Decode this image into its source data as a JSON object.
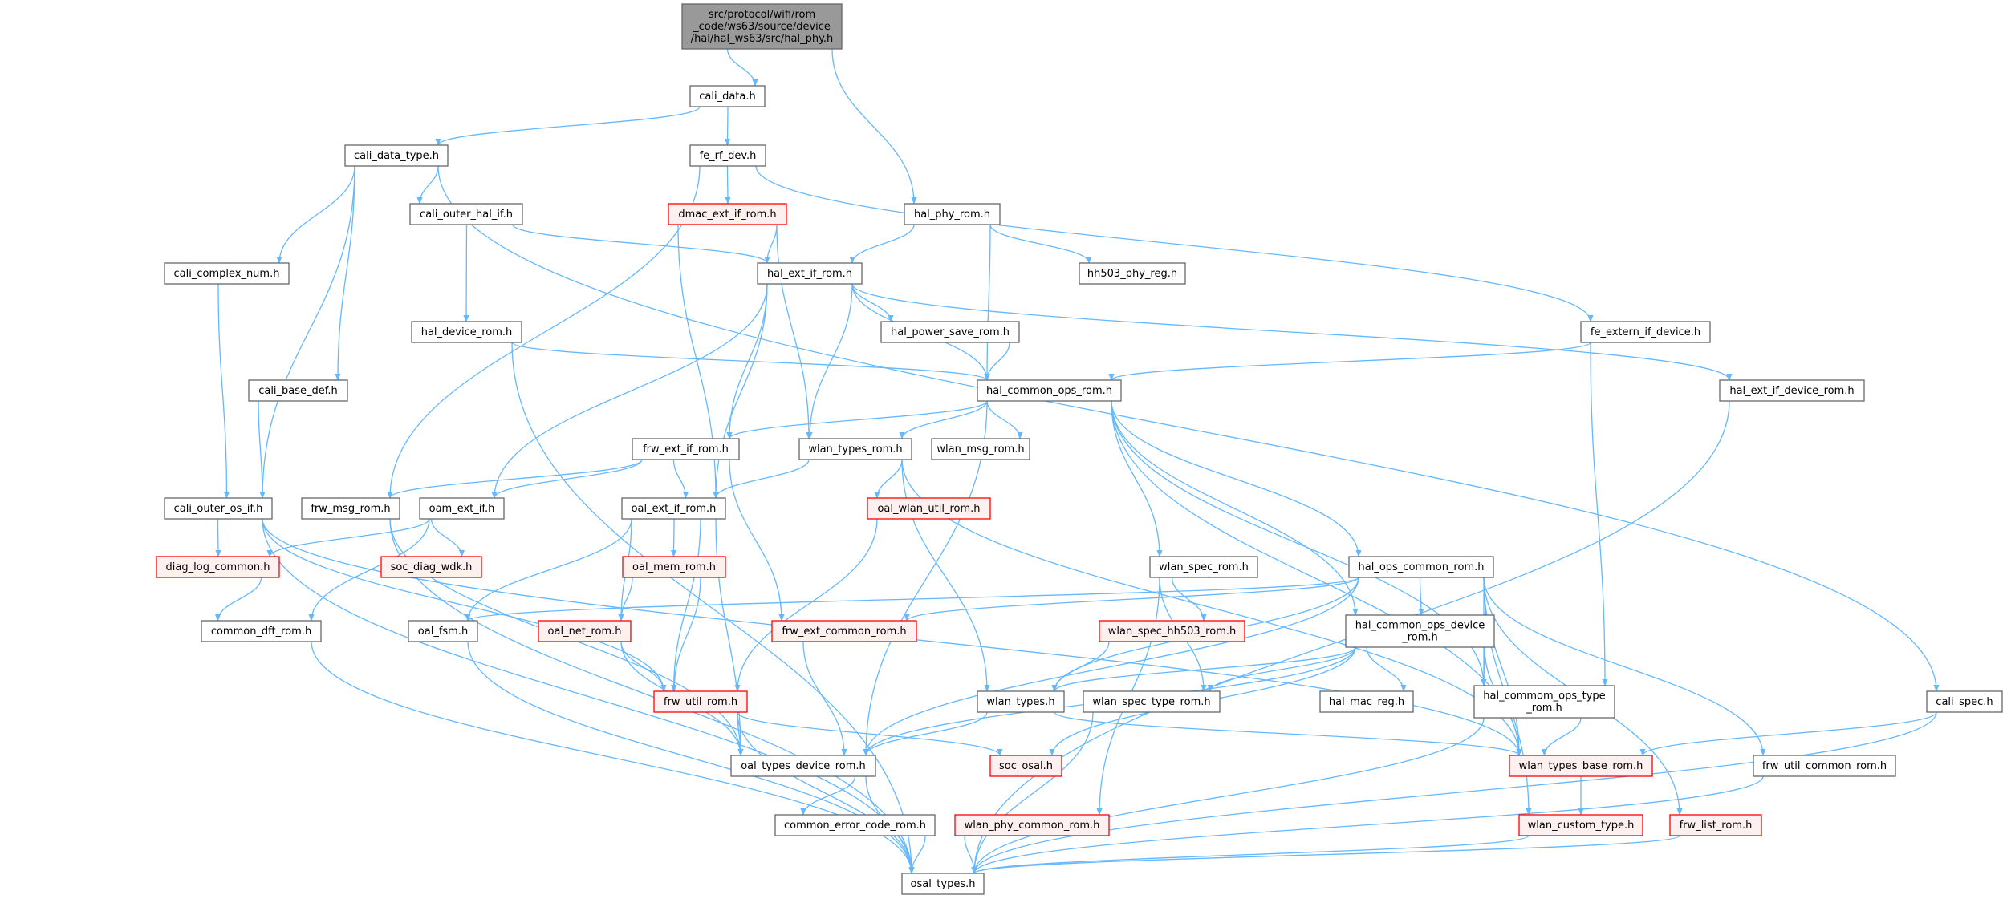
{
  "colors": {
    "edge": "#63b8ff",
    "root_fill": "#999999",
    "red_border": "#ff0000",
    "red_fill": "#fff0f0",
    "normal_border": "#666666"
  },
  "nodes": [
    {
      "id": "root",
      "kind": "root",
      "lines": [
        "src/protocol/wifi/rom",
        "_code/ws63/source/device",
        "/hal/hal_ws63/src/hal_phy.h"
      ]
    },
    {
      "id": "cali_data",
      "kind": "normal",
      "lines": [
        "cali_data.h"
      ]
    },
    {
      "id": "cali_data_type",
      "kind": "normal",
      "lines": [
        "cali_data_type.h"
      ]
    },
    {
      "id": "fe_rf_dev",
      "kind": "normal",
      "lines": [
        "fe_rf_dev.h"
      ]
    },
    {
      "id": "cali_outer_hal_if",
      "kind": "normal",
      "lines": [
        "cali_outer_hal_if.h"
      ]
    },
    {
      "id": "dmac_ext_if_rom",
      "kind": "red",
      "lines": [
        "dmac_ext_if_rom.h"
      ]
    },
    {
      "id": "hal_phy_rom",
      "kind": "normal",
      "lines": [
        "hal_phy_rom.h"
      ]
    },
    {
      "id": "cali_complex_num",
      "kind": "normal",
      "lines": [
        "cali_complex_num.h"
      ]
    },
    {
      "id": "hal_ext_if_rom",
      "kind": "normal",
      "lines": [
        "hal_ext_if_rom.h"
      ]
    },
    {
      "id": "hh503_phy_reg",
      "kind": "normal",
      "lines": [
        "hh503_phy_reg.h"
      ]
    },
    {
      "id": "hal_device_rom",
      "kind": "normal",
      "lines": [
        "hal_device_rom.h"
      ]
    },
    {
      "id": "hal_power_save_rom",
      "kind": "normal",
      "lines": [
        "hal_power_save_rom.h"
      ]
    },
    {
      "id": "fe_extern_if_device",
      "kind": "normal",
      "lines": [
        "fe_extern_if_device.h"
      ]
    },
    {
      "id": "cali_base_def",
      "kind": "normal",
      "lines": [
        "cali_base_def.h"
      ]
    },
    {
      "id": "hal_common_ops_rom",
      "kind": "normal",
      "lines": [
        "hal_common_ops_rom.h"
      ]
    },
    {
      "id": "hal_ext_if_device_rom",
      "kind": "normal",
      "lines": [
        "hal_ext_if_device_rom.h"
      ]
    },
    {
      "id": "frw_ext_if_rom",
      "kind": "normal",
      "lines": [
        "frw_ext_if_rom.h"
      ]
    },
    {
      "id": "wlan_types_rom",
      "kind": "normal",
      "lines": [
        "wlan_types_rom.h"
      ]
    },
    {
      "id": "wlan_msg_rom",
      "kind": "normal",
      "lines": [
        "wlan_msg_rom.h"
      ]
    },
    {
      "id": "cali_outer_os_if",
      "kind": "normal",
      "lines": [
        "cali_outer_os_if.h"
      ]
    },
    {
      "id": "frw_msg_rom",
      "kind": "normal",
      "lines": [
        "frw_msg_rom.h"
      ]
    },
    {
      "id": "oam_ext_if",
      "kind": "normal",
      "lines": [
        "oam_ext_if.h"
      ]
    },
    {
      "id": "oal_ext_if_rom",
      "kind": "normal",
      "lines": [
        "oal_ext_if_rom.h"
      ]
    },
    {
      "id": "oal_wlan_util_rom",
      "kind": "red",
      "lines": [
        "oal_wlan_util_rom.h"
      ]
    },
    {
      "id": "wlan_spec_rom",
      "kind": "normal",
      "lines": [
        "wlan_spec_rom.h"
      ]
    },
    {
      "id": "hal_ops_common_rom",
      "kind": "normal",
      "lines": [
        "hal_ops_common_rom.h"
      ]
    },
    {
      "id": "diag_log_common",
      "kind": "red",
      "lines": [
        "diag_log_common.h"
      ]
    },
    {
      "id": "soc_diag_wdk",
      "kind": "red",
      "lines": [
        "soc_diag_wdk.h"
      ]
    },
    {
      "id": "oal_mem_rom",
      "kind": "red",
      "lines": [
        "oal_mem_rom.h"
      ]
    },
    {
      "id": "wlan_spec_hh503_rom",
      "kind": "red",
      "lines": [
        "wlan_spec_hh503_rom.h"
      ]
    },
    {
      "id": "hal_common_ops_device_rom",
      "kind": "normal",
      "lines": [
        "hal_common_ops_device",
        "_rom.h"
      ]
    },
    {
      "id": "common_dft_rom",
      "kind": "normal",
      "lines": [
        "common_dft_rom.h"
      ]
    },
    {
      "id": "oal_fsm",
      "kind": "normal",
      "lines": [
        "oal_fsm.h"
      ]
    },
    {
      "id": "oal_net_rom",
      "kind": "red",
      "lines": [
        "oal_net_rom.h"
      ]
    },
    {
      "id": "frw_ext_common_rom",
      "kind": "red",
      "lines": [
        "frw_ext_common_rom.h"
      ]
    },
    {
      "id": "frw_util_rom",
      "kind": "red",
      "lines": [
        "frw_util_rom.h"
      ]
    },
    {
      "id": "wlan_types",
      "kind": "normal",
      "lines": [
        "wlan_types.h"
      ]
    },
    {
      "id": "wlan_spec_type_rom",
      "kind": "normal",
      "lines": [
        "wlan_spec_type_rom.h"
      ]
    },
    {
      "id": "hal_mac_reg",
      "kind": "normal",
      "lines": [
        "hal_mac_reg.h"
      ]
    },
    {
      "id": "hal_commom_ops_type_rom",
      "kind": "normal",
      "lines": [
        "hal_commom_ops_type",
        "_rom.h"
      ]
    },
    {
      "id": "cali_spec",
      "kind": "normal",
      "lines": [
        "cali_spec.h"
      ]
    },
    {
      "id": "oal_types_device_rom",
      "kind": "normal",
      "lines": [
        "oal_types_device_rom.h"
      ]
    },
    {
      "id": "soc_osal",
      "kind": "red",
      "lines": [
        "soc_osal.h"
      ]
    },
    {
      "id": "wlan_types_base_rom",
      "kind": "red",
      "lines": [
        "wlan_types_base_rom.h"
      ]
    },
    {
      "id": "frw_util_common_rom",
      "kind": "normal",
      "lines": [
        "frw_util_common_rom.h"
      ]
    },
    {
      "id": "common_error_code_rom",
      "kind": "normal",
      "lines": [
        "common_error_code_rom.h"
      ]
    },
    {
      "id": "wlan_phy_common_rom",
      "kind": "red",
      "lines": [
        "wlan_phy_common_rom.h"
      ]
    },
    {
      "id": "wlan_custom_type",
      "kind": "red",
      "lines": [
        "wlan_custom_type.h"
      ]
    },
    {
      "id": "frw_list_rom",
      "kind": "red",
      "lines": [
        "frw_list_rom.h"
      ]
    },
    {
      "id": "osal_types",
      "kind": "normal",
      "lines": [
        "osal_types.h"
      ]
    }
  ],
  "edges": [
    [
      "root",
      "cali_data"
    ],
    [
      "root",
      "hal_phy_rom"
    ],
    [
      "cali_data",
      "cali_data_type"
    ],
    [
      "cali_data",
      "fe_rf_dev"
    ],
    [
      "cali_data_type",
      "cali_outer_hal_if"
    ],
    [
      "cali_data_type",
      "cali_complex_num"
    ],
    [
      "cali_data_type",
      "cali_base_def"
    ],
    [
      "cali_data_type",
      "cali_outer_os_if"
    ],
    [
      "cali_data_type",
      "cali_spec"
    ],
    [
      "fe_rf_dev",
      "dmac_ext_if_rom"
    ],
    [
      "fe_rf_dev",
      "frw_msg_rom"
    ],
    [
      "fe_rf_dev",
      "fe_extern_if_device"
    ],
    [
      "cali_outer_hal_if",
      "hal_ext_if_rom"
    ],
    [
      "cali_outer_hal_if",
      "hal_device_rom"
    ],
    [
      "dmac_ext_if_rom",
      "hal_ext_if_rom"
    ],
    [
      "dmac_ext_if_rom",
      "wlan_types_rom"
    ],
    [
      "dmac_ext_if_rom",
      "oal_ext_if_rom"
    ],
    [
      "hal_phy_rom",
      "hal_ext_if_rom"
    ],
    [
      "hal_phy_rom",
      "hh503_phy_reg"
    ],
    [
      "hal_phy_rom",
      "hal_common_ops_rom"
    ],
    [
      "cali_complex_num",
      "cali_outer_os_if"
    ],
    [
      "hal_ext_if_rom",
      "hal_power_save_rom"
    ],
    [
      "hal_ext_if_rom",
      "hal_common_ops_rom"
    ],
    [
      "hal_ext_if_rom",
      "frw_ext_if_rom"
    ],
    [
      "hal_ext_if_rom",
      "wlan_types_rom"
    ],
    [
      "hal_ext_if_rom",
      "oal_ext_if_rom"
    ],
    [
      "hal_ext_if_rom",
      "oam_ext_if"
    ],
    [
      "hal_ext_if_rom",
      "hal_ext_if_device_rom"
    ],
    [
      "hal_device_rom",
      "hal_common_ops_rom"
    ],
    [
      "hal_device_rom",
      "osal_types"
    ],
    [
      "hal_power_save_rom",
      "hal_common_ops_rom"
    ],
    [
      "cali_base_def",
      "cali_outer_os_if"
    ],
    [
      "fe_extern_if_device",
      "hal_common_ops_rom"
    ],
    [
      "fe_extern_if_device",
      "hal_commom_ops_type_rom"
    ],
    [
      "hal_ext_if_device_rom",
      "osal_types"
    ],
    [
      "cali_spec",
      "wlan_types_base_rom"
    ],
    [
      "cali_spec",
      "osal_types"
    ],
    [
      "hal_common_ops_rom",
      "frw_ext_if_rom"
    ],
    [
      "hal_common_ops_rom",
      "wlan_types_rom"
    ],
    [
      "hal_common_ops_rom",
      "wlan_msg_rom"
    ],
    [
      "hal_common_ops_rom",
      "hal_ops_common_rom"
    ],
    [
      "hal_common_ops_rom",
      "wlan_spec_rom"
    ],
    [
      "hal_common_ops_rom",
      "hal_common_ops_device_rom"
    ],
    [
      "hal_common_ops_rom",
      "hal_commom_ops_type_rom"
    ],
    [
      "hal_common_ops_rom",
      "oal_types_device_rom"
    ],
    [
      "hal_common_ops_rom",
      "wlan_types_base_rom"
    ],
    [
      "frw_ext_if_rom",
      "frw_msg_rom"
    ],
    [
      "frw_ext_if_rom",
      "oam_ext_if"
    ],
    [
      "frw_ext_if_rom",
      "oal_ext_if_rom"
    ],
    [
      "frw_ext_if_rom",
      "frw_ext_common_rom"
    ],
    [
      "wlan_types_rom",
      "oal_ext_if_rom"
    ],
    [
      "wlan_types_rom",
      "oal_wlan_util_rom"
    ],
    [
      "wlan_types_rom",
      "wlan_types"
    ],
    [
      "wlan_types_rom",
      "wlan_types_base_rom"
    ],
    [
      "cali_outer_os_if",
      "diag_log_common"
    ],
    [
      "cali_outer_os_if",
      "frw_util_rom"
    ],
    [
      "cali_outer_os_if",
      "osal_types"
    ],
    [
      "cali_outer_os_if",
      "wlan_types_base_rom"
    ],
    [
      "frw_msg_rom",
      "oal_types_device_rom"
    ],
    [
      "frw_msg_rom",
      "osal_types"
    ],
    [
      "oam_ext_if",
      "diag_log_common"
    ],
    [
      "oam_ext_if",
      "soc_diag_wdk"
    ],
    [
      "oam_ext_if",
      "common_dft_rom"
    ],
    [
      "oal_ext_if_rom",
      "oal_mem_rom"
    ],
    [
      "oal_ext_if_rom",
      "oal_fsm"
    ],
    [
      "oal_ext_if_rom",
      "oal_net_rom"
    ],
    [
      "oal_ext_if_rom",
      "frw_util_rom"
    ],
    [
      "oal_ext_if_rom",
      "oal_types_device_rom"
    ],
    [
      "oal_wlan_util_rom",
      "frw_util_rom"
    ],
    [
      "diag_log_common",
      "common_dft_rom"
    ],
    [
      "common_dft_rom",
      "osal_types"
    ],
    [
      "oal_fsm",
      "osal_types"
    ],
    [
      "oal_mem_rom",
      "oal_net_rom"
    ],
    [
      "oal_mem_rom",
      "frw_util_rom"
    ],
    [
      "oal_net_rom",
      "frw_util_rom"
    ],
    [
      "oal_net_rom",
      "oal_types_device_rom"
    ],
    [
      "frw_ext_common_rom",
      "oal_types_device_rom"
    ],
    [
      "frw_util_rom",
      "oal_types_device_rom"
    ],
    [
      "frw_util_rom",
      "soc_osal"
    ],
    [
      "frw_util_rom",
      "osal_types"
    ],
    [
      "wlan_spec_rom",
      "wlan_spec_hh503_rom"
    ],
    [
      "wlan_spec_rom",
      "wlan_spec_type_rom"
    ],
    [
      "wlan_spec_rom",
      "wlan_phy_common_rom"
    ],
    [
      "hal_ops_common_rom",
      "oal_fsm"
    ],
    [
      "hal_ops_common_rom",
      "frw_ext_common_rom"
    ],
    [
      "hal_ops_common_rom",
      "oal_types_device_rom"
    ],
    [
      "hal_ops_common_rom",
      "wlan_types"
    ],
    [
      "hal_ops_common_rom",
      "hal_common_ops_device_rom"
    ],
    [
      "hal_ops_common_rom",
      "hal_commom_ops_type_rom"
    ],
    [
      "hal_ops_common_rom",
      "wlan_types_base_rom"
    ],
    [
      "hal_ops_common_rom",
      "wlan_custom_type"
    ],
    [
      "hal_ops_common_rom",
      "frw_list_rom"
    ],
    [
      "hal_ops_common_rom",
      "frw_util_common_rom"
    ],
    [
      "wlan_spec_hh503_rom",
      "wlan_types"
    ],
    [
      "hal_common_ops_device_rom",
      "wlan_types"
    ],
    [
      "hal_common_ops_device_rom",
      "wlan_spec_type_rom"
    ],
    [
      "hal_common_ops_device_rom",
      "hal_mac_reg"
    ],
    [
      "hal_common_ops_device_rom",
      "hal_commom_ops_type_rom"
    ],
    [
      "hal_common_ops_device_rom",
      "wlan_types_base_rom"
    ],
    [
      "hal_common_ops_device_rom",
      "soc_osal"
    ],
    [
      "hal_common_ops_device_rom",
      "oal_types_device_rom"
    ],
    [
      "wlan_types",
      "oal_types_device_rom"
    ],
    [
      "wlan_types",
      "wlan_types_base_rom"
    ],
    [
      "wlan_spec_type_rom",
      "osal_types"
    ],
    [
      "hal_commom_ops_type_rom",
      "wlan_types_base_rom"
    ],
    [
      "hal_commom_ops_type_rom",
      "osal_types"
    ],
    [
      "oal_types_device_rom",
      "common_error_code_rom"
    ],
    [
      "oal_types_device_rom",
      "osal_types"
    ],
    [
      "wlan_types_base_rom",
      "wlan_custom_type"
    ],
    [
      "common_error_code_rom",
      "osal_types"
    ],
    [
      "wlan_phy_common_rom",
      "osal_types"
    ],
    [
      "wlan_custom_type",
      "osal_types"
    ],
    [
      "frw_list_rom",
      "osal_types"
    ],
    [
      "frw_util_common_rom",
      "osal_types"
    ]
  ]
}
